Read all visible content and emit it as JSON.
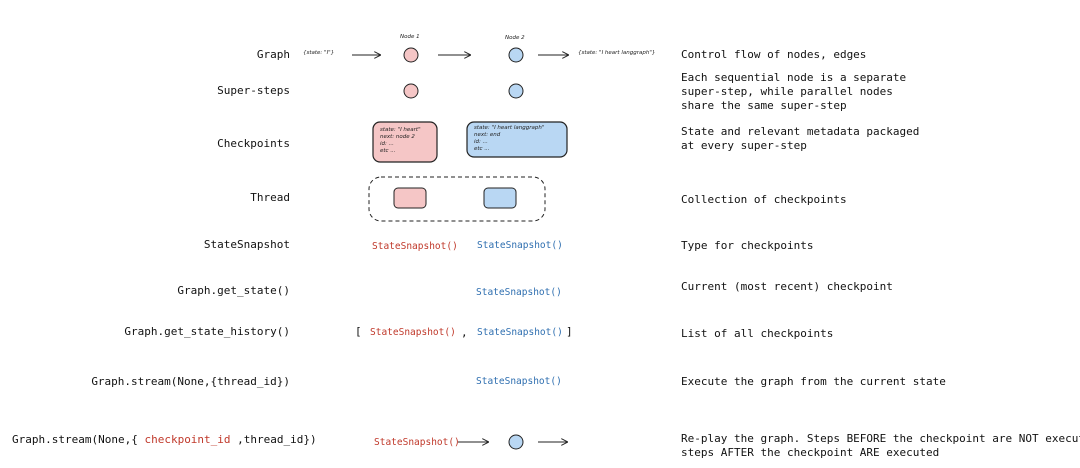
{
  "rows": [
    {
      "label": "Graph",
      "description": "Control flow of nodes, edges"
    },
    {
      "label": "Super-steps",
      "description": "Each sequential node is a separate\nsuper-step, while parallel nodes\nshare the same super-step"
    },
    {
      "label": "Checkpoints",
      "description": "State and relevant metadata packaged\nat every super-step"
    },
    {
      "label": "Thread",
      "description": "Collection of checkpoints"
    },
    {
      "label": "StateSnapshot",
      "description": "Type for checkpoints"
    },
    {
      "label": "Graph.get_state()",
      "description": "Current (most recent) checkpoint"
    },
    {
      "label": "Graph.get_state_history()",
      "description": "List of all checkpoints"
    },
    {
      "label": "Graph.stream(None,{thread_id})",
      "description": "Execute the graph from the current state"
    },
    {
      "label_prefix": "Graph.stream(None,{ ",
      "label_highlight": "checkpoint_id",
      "label_suffix": " ,thread_id})",
      "description": "Re-play the graph. Steps BEFORE the checkpoint are NOT executed,\nsteps AFTER the checkpoint ARE executed"
    }
  ],
  "graph": {
    "input_state": "{state: \"I\"}",
    "output_state": "{state: \"I heart langgraph\"}",
    "node1_label": "Node 1",
    "node2_label": "Node 2"
  },
  "checkpoints": {
    "box1": "state: \"I heart\"\nnext: node 2\nid: ...\netc ...",
    "box2": "state: \"I heart langgraph\"\nnext: end\nid: ...\netc ..."
  },
  "snapshot": {
    "name": "StateSnapshot()",
    "bracket_open": "[",
    "bracket_close": "]",
    "comma": ","
  },
  "colors": {
    "node1_fill": "#f5c6c6",
    "node2_fill": "#b9d7f3",
    "red_text": "#c0392b",
    "blue_text": "#2f6fb0",
    "stroke": "#222222"
  }
}
